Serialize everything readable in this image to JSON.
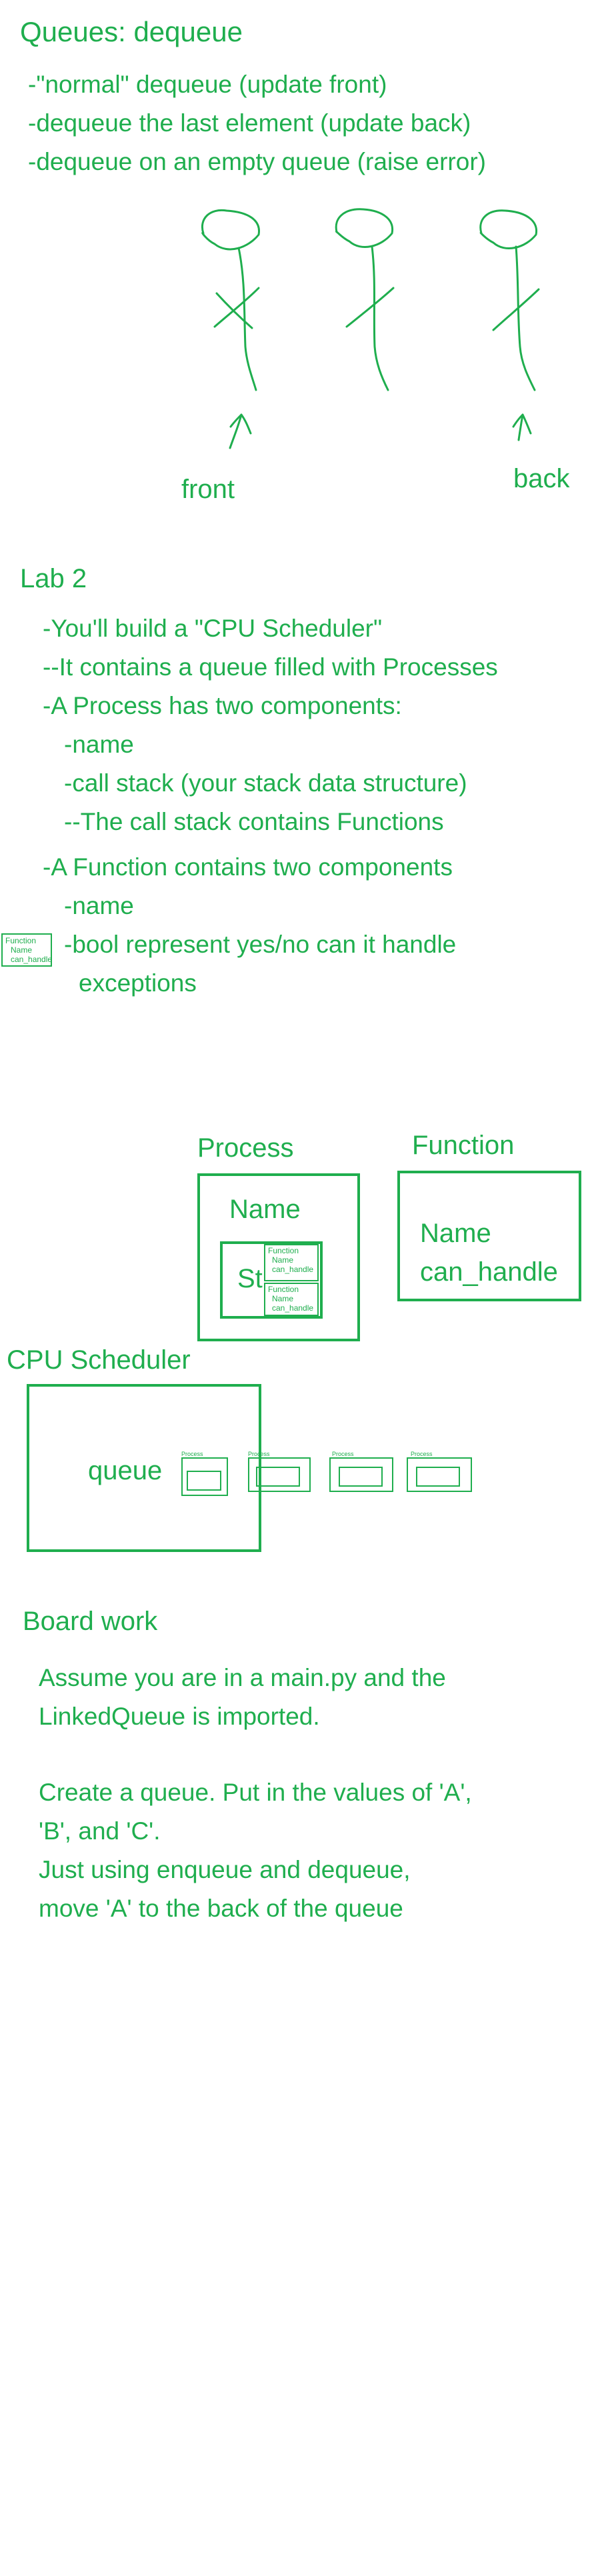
{
  "section_queues": {
    "title": "Queues: dequeue",
    "bullets": [
      "-\"normal\" dequeue (update front)",
      "-dequeue the last element (update back)",
      "-dequeue on an empty queue (raise error)"
    ],
    "front_label": "front",
    "back_label": "back"
  },
  "section_lab": {
    "title": "Lab 2",
    "lines": [
      "-You'll build a \"CPU Scheduler\"",
      "--It contains a queue filled with Processes",
      "-A Process has two components:",
      "-name",
      "-call stack (your stack data structure)",
      "--The call stack contains Functions",
      "-A Function contains two components",
      "-name",
      "-bool represent yes/no can it handle",
      "exceptions"
    ],
    "mini_function": [
      "Function",
      "Name",
      "can_handle"
    ]
  },
  "diagram": {
    "process_label": "Process",
    "process_name": "Name",
    "stack_text": "St",
    "function_label": "Function",
    "function_name": "Name",
    "function_can_handle": "can_handle",
    "inner_function_lines": [
      "Function",
      "Name",
      "can_handle"
    ],
    "scheduler_label": "CPU Scheduler",
    "queue_label": "queue",
    "process_small": "Process"
  },
  "section_board": {
    "title": "Board work",
    "lines": [
      "Assume you are in a main.py and the",
      "LinkedQueue is imported.",
      "Create a queue. Put in the values of 'A',",
      "'B', and 'C'.",
      "Just using enqueue and dequeue,",
      "move 'A' to the back of the queue"
    ]
  }
}
